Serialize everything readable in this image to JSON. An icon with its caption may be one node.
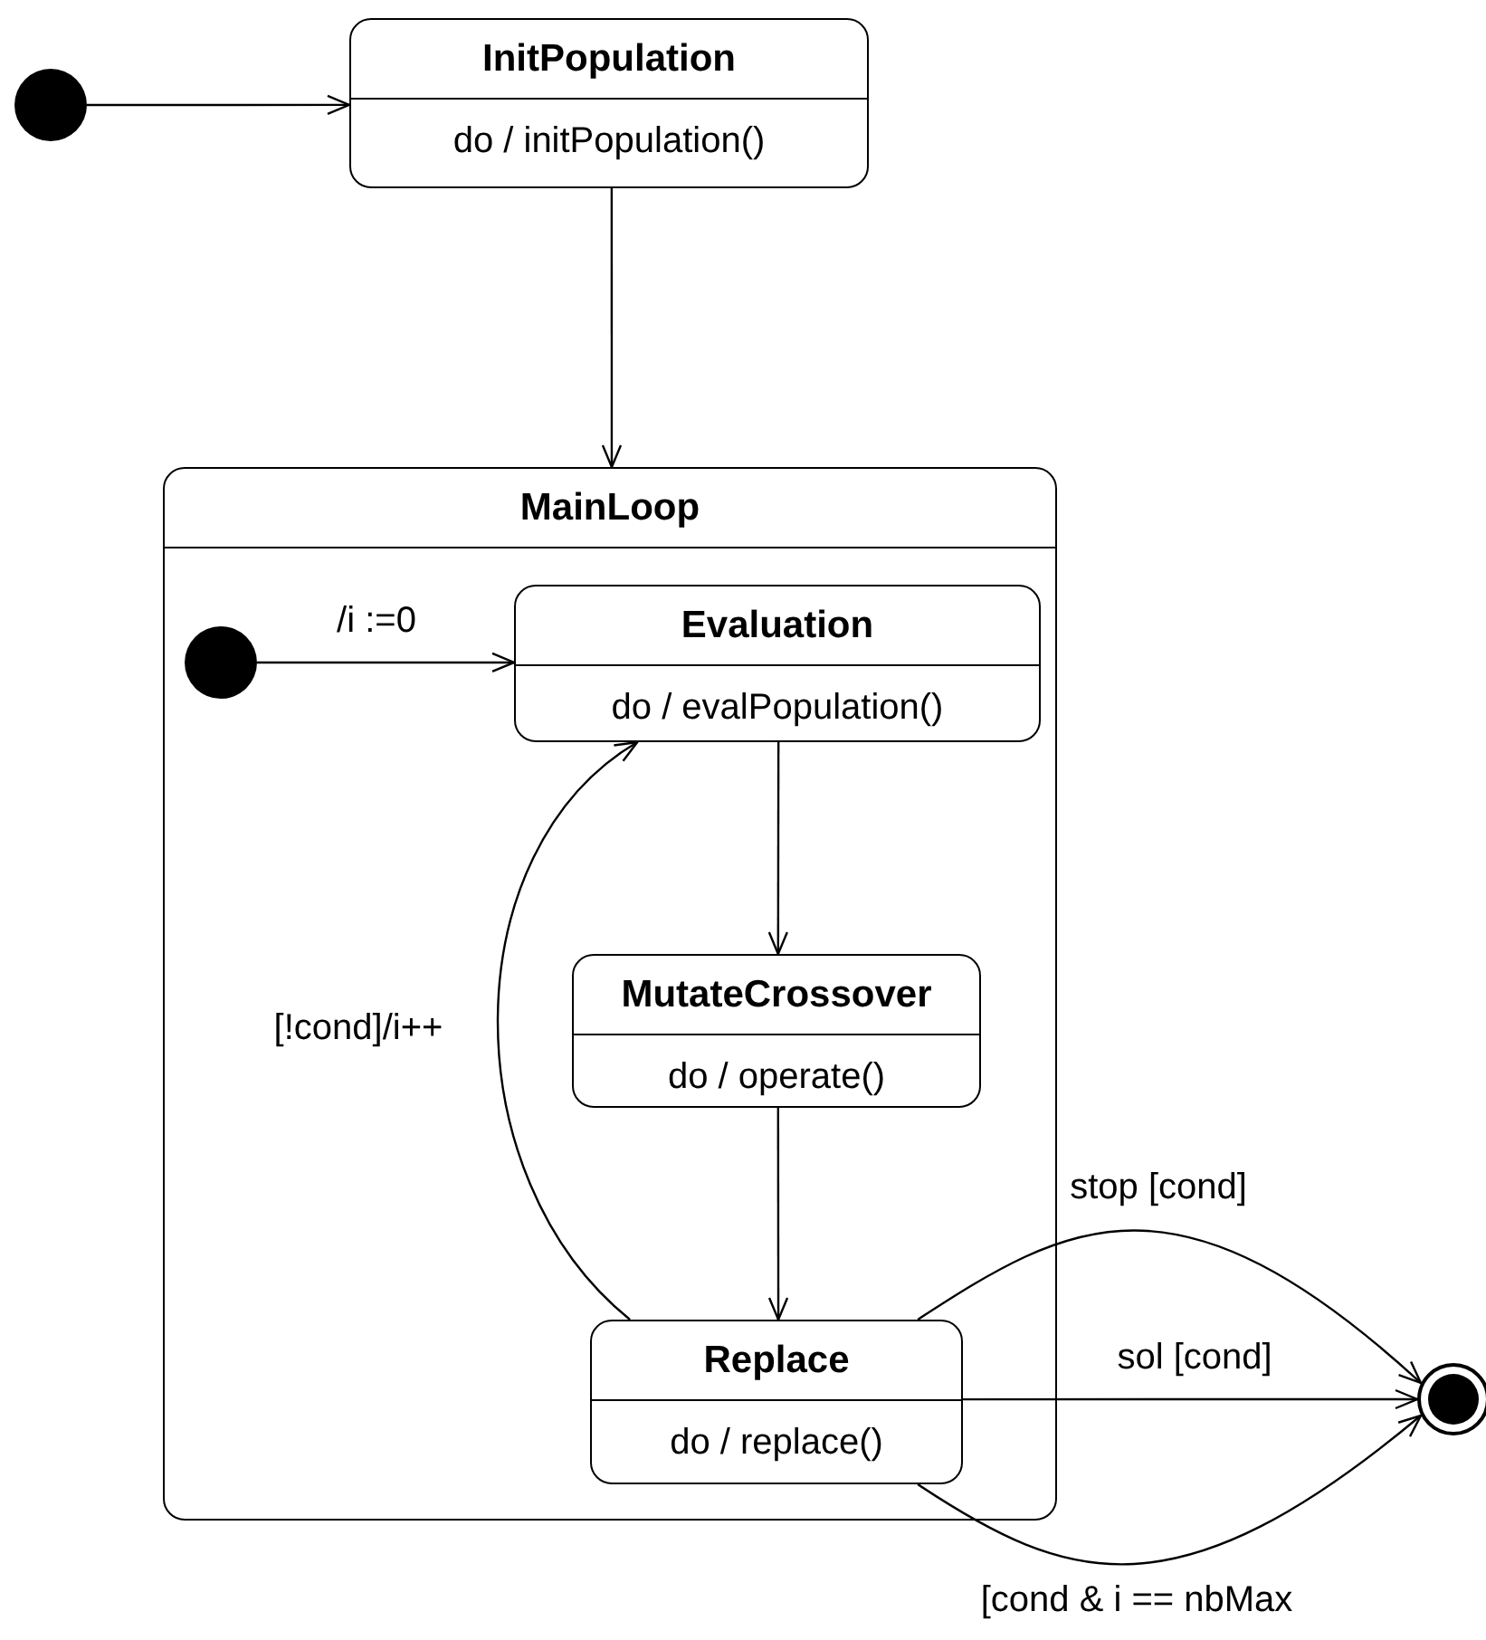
{
  "diagram": {
    "nodes": [
      {
        "text": [],
        "shape": "circle"
      },
      {
        "text": [
          "InitPopulation",
          "do / initPopulation()"
        ]
      },
      {
        "text": [
          "MainLoop"
        ]
      },
      {
        "text": [],
        "shape": "circle",
        "in": 2
      },
      {
        "text": [
          "Evaluation",
          "do / evalPopulation()"
        ],
        "in": 2
      },
      {
        "text": [
          "MutateCrossover",
          "do / operate()"
        ],
        "in": 2
      },
      {
        "text": [
          "Replace",
          "do / replace()"
        ],
        "in": 2
      },
      {
        "text": [],
        "shape": "circle"
      }
    ],
    "edges": [
      {
        "from": 0,
        "to": 1,
        "arrow": "to"
      },
      {
        "from": 1,
        "to": 2,
        "arrow": "to"
      },
      {
        "from": 3,
        "to": 4,
        "arrow": "to",
        "label": "/i :=0"
      },
      {
        "from": 4,
        "to": 5,
        "arrow": "to"
      },
      {
        "from": 5,
        "to": 6,
        "arrow": "to"
      },
      {
        "from": 6,
        "to": 4,
        "arrow": "to",
        "label": "[!cond]/i++"
      },
      {
        "from": 6,
        "to": 7,
        "arrow": "to",
        "label": "stop [cond]"
      },
      {
        "from": 6,
        "to": 7,
        "arrow": "to",
        "label": "sol [cond]"
      },
      {
        "from": 6,
        "to": 7,
        "arrow": "to",
        "label": "[cond & i == nbMax"
      }
    ]
  }
}
